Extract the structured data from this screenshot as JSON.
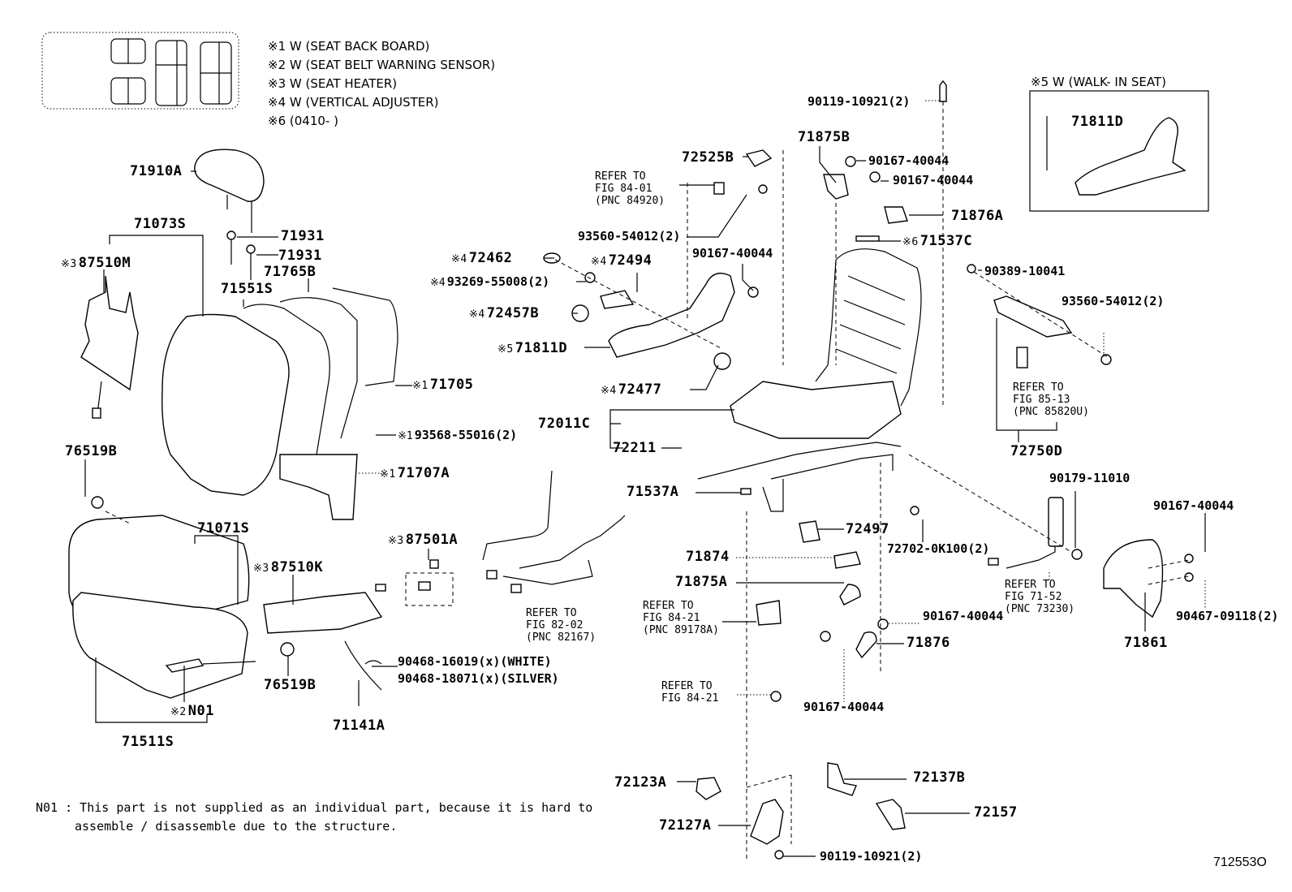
{
  "legend": {
    "items": [
      {
        "mark": "※1",
        "text": "W (SEAT BACK BOARD)"
      },
      {
        "mark": "※2",
        "text": "W (SEAT BELT WARNING SENSOR)"
      },
      {
        "mark": "※3",
        "text": "W (SEAT HEATER)"
      },
      {
        "mark": "※4",
        "text": "W (VERTICAL ADJUSTER)"
      },
      {
        "mark": "※6",
        "text": "(0410-      )"
      }
    ]
  },
  "walkin_box": {
    "title": "※5  W (WALK- IN SEAT)",
    "part": "71811D"
  },
  "labels": {
    "p71910A": "71910A",
    "p71073S": "71073S",
    "p71931a": "71931",
    "p71931b": "71931",
    "p87510M_mark": "※3",
    "p87510M": "87510M",
    "p71765B": "71765B",
    "p71551S": "71551S",
    "p71705_mark": "※1",
    "p71705": "71705",
    "p93568_mark": "※1",
    "p93568": "93568-55016(2)",
    "p76519B_top": "76519B",
    "p71707A_mark": "※1",
    "p71707A": "71707A",
    "p71071S": "71071S",
    "p87510K_mark": "※3",
    "p87510K": "87510K",
    "p87501A_mark": "※3",
    "p87501A": "87501A",
    "ref_82_02": "REFER TO\nFIG 82-02\n(PNC 82167)",
    "p90468_white": "90468-16019(x)(WHITE)",
    "p90468_silver": "90468-18071(x)(SILVER)",
    "p76519B_bot": "76519B",
    "pN01_mark": "※2",
    "pN01": "N01",
    "p71141A": "71141A",
    "p71511S": "71511S",
    "p72525B": "72525B",
    "ref_84_01": "REFER TO\nFIG 84-01\n(PNC 84920)",
    "p93560_left": "93560-54012(2)",
    "p72462_mark": "※4",
    "p72462": "72462",
    "p72494_mark": "※4",
    "p72494": "72494",
    "p93269_mark": "※4",
    "p93269": "93269-55008(2)",
    "p72457B_mark": "※4",
    "p72457B": "72457B",
    "p71811D_mark": "※5",
    "p71811D": "71811D",
    "p90167_a": "90167-40044",
    "p72477_mark": "※4",
    "p72477": "72477",
    "p72011C": "72011C",
    "p72211": "72211",
    "p71537A": "71537A",
    "p90119_top": "90119-10921(2)",
    "p71875B": "71875B",
    "p90167_b": "90167-40044",
    "p90167_c": "90167-40044",
    "p71876A": "71876A",
    "p71537C_mark": "※6",
    "p71537C": "71537C",
    "p90389": "90389-10041",
    "p93560_right": "93560-54012(2)",
    "ref_85_13": "REFER TO\nFIG 85-13\n(PNC 85820U)",
    "p72750D": "72750D",
    "p72497": "72497",
    "p72702": "72702-0K100(2)",
    "p71874": "71874",
    "p71875A": "71875A",
    "ref_84_21a": "REFER TO\nFIG 84-21\n(PNC 89178A)",
    "p90167_d": "90167-40044",
    "p71876": "71876",
    "ref_84_21b": "REFER TO\nFIG 84-21",
    "p90167_e": "90167-40044",
    "p90179": "90179-11010",
    "ref_71_52": "REFER TO\nFIG 71-52\n(PNC 73230)",
    "p90167_f": "90167-40044",
    "p90467": "90467-09118(2)",
    "p71861": "71861",
    "p72123A": "72123A",
    "p72137B": "72137B",
    "p72157": "72157",
    "p72127A": "72127A",
    "p90119_bot": "90119-10921(2)"
  },
  "footnote": {
    "line1": "N01 : This part is not supplied as an individual part, because it is hard to",
    "line2": "assemble / disassemble due to the structure."
  },
  "figure_id": "712553O"
}
